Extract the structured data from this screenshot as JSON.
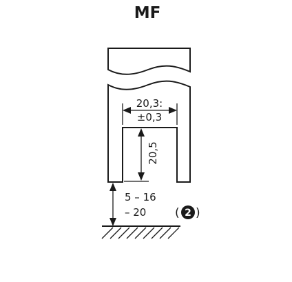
{
  "title": "MF",
  "dimensions": {
    "width_value": "20,3:",
    "width_tolerance": "±0,3",
    "height_value": "20,5",
    "gap_line1": "5 – 16",
    "gap_line2": "– 20"
  },
  "callout": {
    "number": "2",
    "open_paren": "(",
    "close_paren": ")"
  }
}
